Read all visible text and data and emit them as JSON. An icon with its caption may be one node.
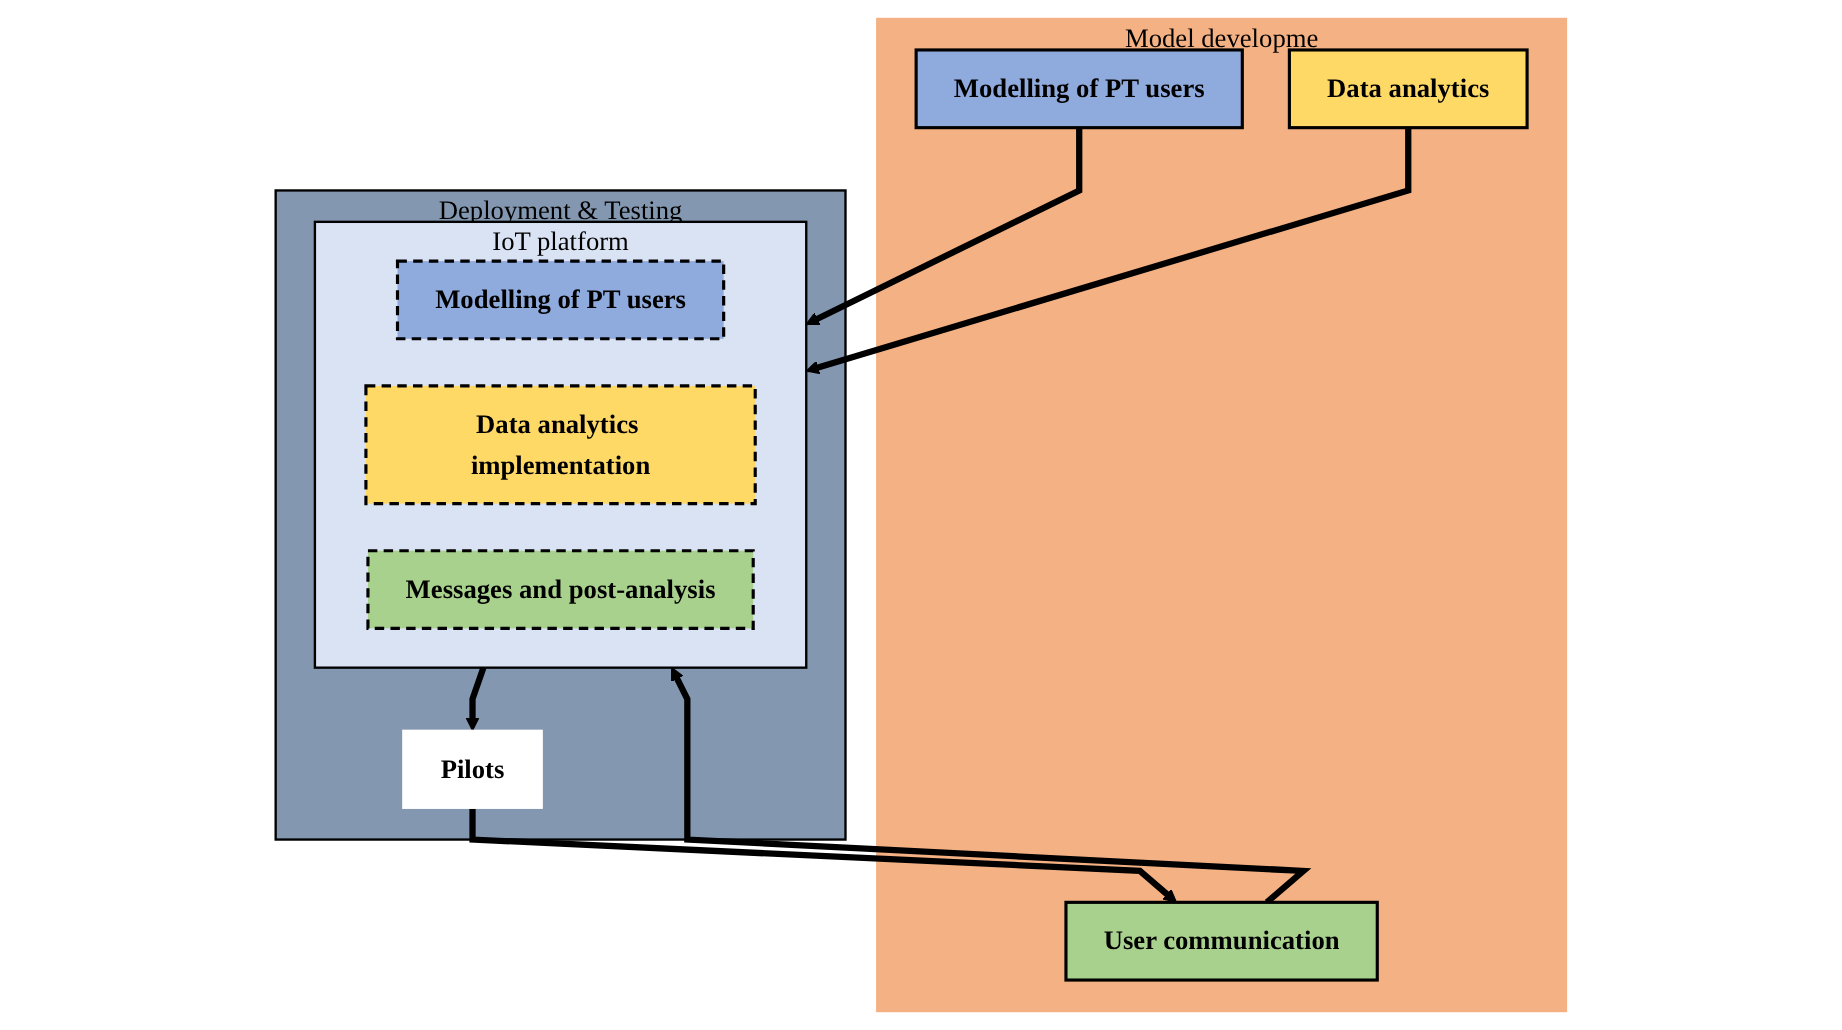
{
  "diagram": {
    "nodes": [
      {
        "text": [
          "Model developme"
        ]
      },
      {
        "text": [
          "Modelling of PT users"
        ],
        "in": 0
      },
      {
        "text": [
          "Data analytics"
        ],
        "in": 0
      },
      {
        "text": [
          "User communication"
        ],
        "in": 0
      },
      {
        "text": [
          "Deployment & Testing"
        ]
      },
      {
        "text": [
          "IoT platform"
        ],
        "in": 4
      },
      {
        "text": [
          "Modelling of PT users"
        ],
        "in": 5
      },
      {
        "text": [
          "Data analytics implementation"
        ],
        "in": 5
      },
      {
        "text": [
          "Messages and post-analysis"
        ],
        "in": 5
      },
      {
        "text": [
          "Pilots"
        ],
        "in": 4
      }
    ],
    "edges": [
      {
        "from": 1,
        "to": 5,
        "arrow": "to"
      },
      {
        "from": 2,
        "to": 5,
        "arrow": "to"
      },
      {
        "from": 3,
        "to": 5,
        "arrow": "to"
      },
      {
        "from": 5,
        "to": 9,
        "arrow": "to"
      },
      {
        "from": 9,
        "to": 3,
        "arrow": "to"
      }
    ]
  }
}
